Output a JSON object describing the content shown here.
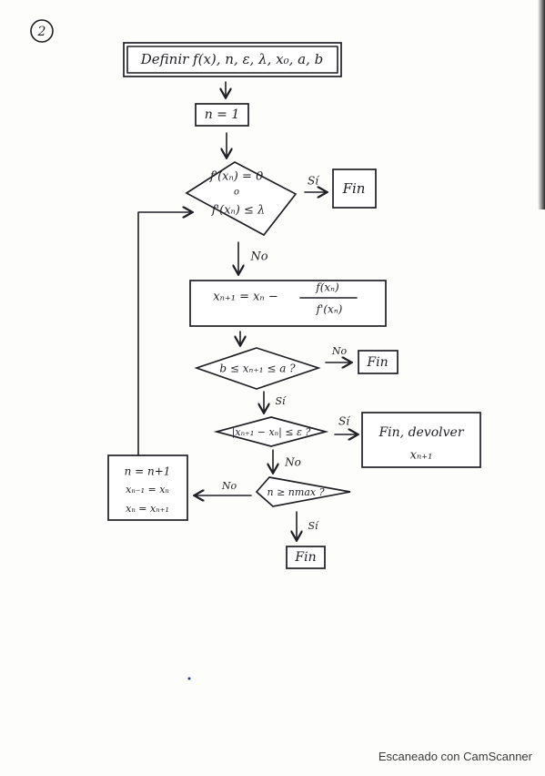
{
  "step_marker": "2",
  "nodes": {
    "define": "Definir f(x), n, ε, λ, x₀, a, b",
    "init_n": "n = 1",
    "cond1_line1": "f'(xₙ) = 0",
    "cond1_line2": "o",
    "cond1_line3": "f'(xₙ) ≤ λ",
    "fin1": "Fin",
    "update_lhs": "xₙ₊₁ = xₙ −",
    "update_num": "f(xₙ)",
    "update_den": "f'(xₙ)",
    "cond2": "b ≤ xₙ₊₁ ≤ a ?",
    "fin2": "Fin",
    "cond3": "|xₙ₊₁ − xₙ| ≤ ε ?",
    "fin_return_line1": "Fin, devolver",
    "fin_return_line2": "xₙ₊₁",
    "cond4": "n ≥ nmax ?",
    "fin3": "Fin",
    "increment_line1": "n = n+1",
    "increment_line2": "xₙ₋₁ = xₙ",
    "increment_line3": "xₙ = xₙ₊₁"
  },
  "edge_labels": {
    "cond1_yes": "Sí",
    "cond1_no": "No",
    "cond2_no": "No",
    "cond2_yes": "Sí",
    "cond3_yes": "Sí",
    "cond3_no": "No",
    "cond4_no": "No",
    "cond4_yes": "Sí"
  },
  "watermark": "Escaneado con CamScanner"
}
